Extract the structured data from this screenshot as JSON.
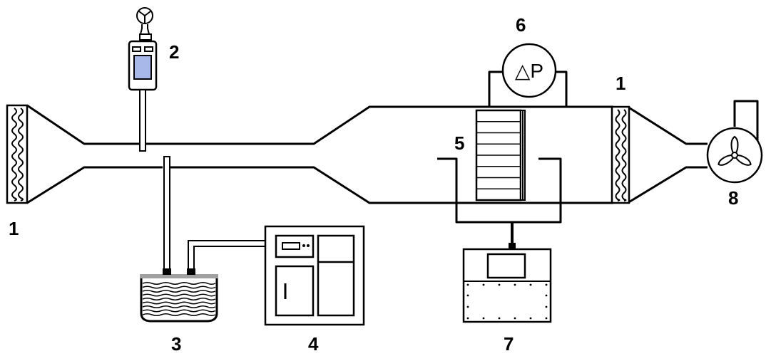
{
  "labels": {
    "filter_left": "1",
    "sensor": "2",
    "container": "3",
    "cabinet": "4",
    "sample": "5",
    "pressure": "6",
    "controller": "7",
    "fan": "8",
    "filter_right": "1"
  },
  "pressure_gauge_text": "△P",
  "colors": {
    "stroke": "#000000",
    "screen": "#a8b8e8",
    "tray": "#a0a0a0"
  }
}
